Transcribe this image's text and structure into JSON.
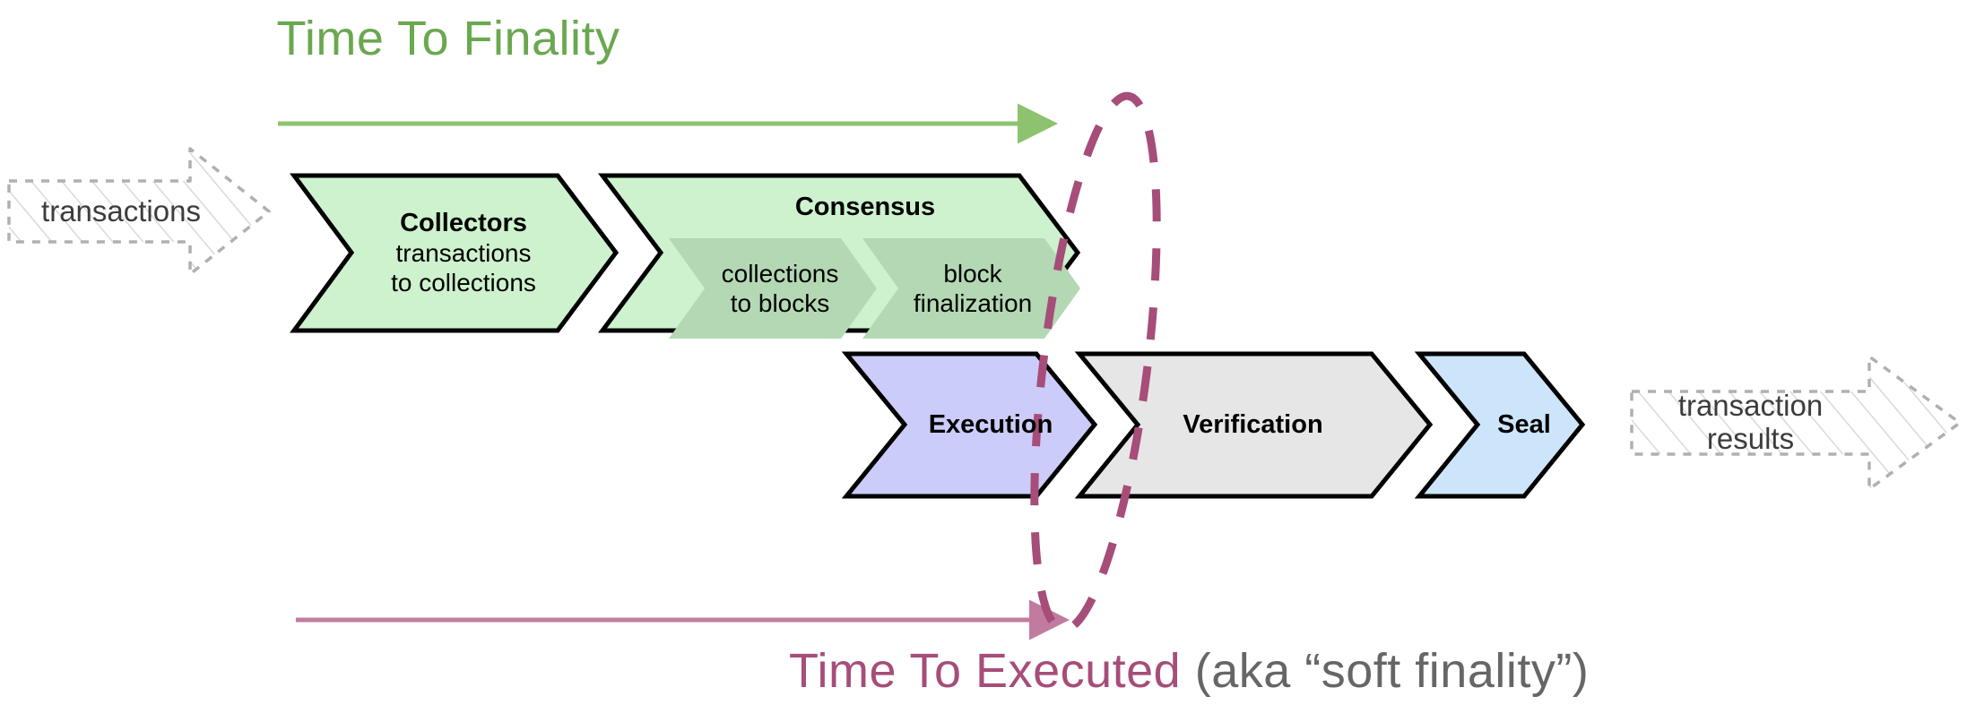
{
  "diagram": {
    "title_top": "Time To Finality",
    "bottom_label_primary": "Time To Executed",
    "bottom_label_secondary": " (aka “soft finality”)",
    "input_ghost": {
      "label_line1": "transactions"
    },
    "output_ghost": {
      "label_line1": "transaction",
      "label_line2": "results"
    },
    "top_row": [
      {
        "name": "collectors",
        "title": "Collectors",
        "sub_line1": "transactions",
        "sub_line2": "to collections",
        "fill": "#cdf2cd"
      },
      {
        "name": "consensus",
        "title": "Consensus",
        "fill": "#cdf2cd",
        "sub_steps": [
          {
            "name": "collections-to-blocks",
            "line1": "collections",
            "line2": "to blocks",
            "fill": "#b3d8b3"
          },
          {
            "name": "block-finalization",
            "line1": "block",
            "line2": "finalization",
            "fill": "#b3d8b3"
          }
        ]
      }
    ],
    "bottom_row": [
      {
        "name": "execution",
        "title": "Execution",
        "fill": "#ccccfa"
      },
      {
        "name": "verification",
        "title": "Verification",
        "fill": "#e6e6e6"
      },
      {
        "name": "seal",
        "title": "Seal",
        "fill": "#cce5fa"
      }
    ],
    "colors": {
      "green_accent": "#6aa84f",
      "green_arrow": "#8dc26f",
      "magenta_accent": "#a64d79",
      "pink_arrow": "#c27ba0",
      "gray_text": "#666666",
      "ghost_outline": "#b0b0b0",
      "stroke": "#000000"
    }
  }
}
